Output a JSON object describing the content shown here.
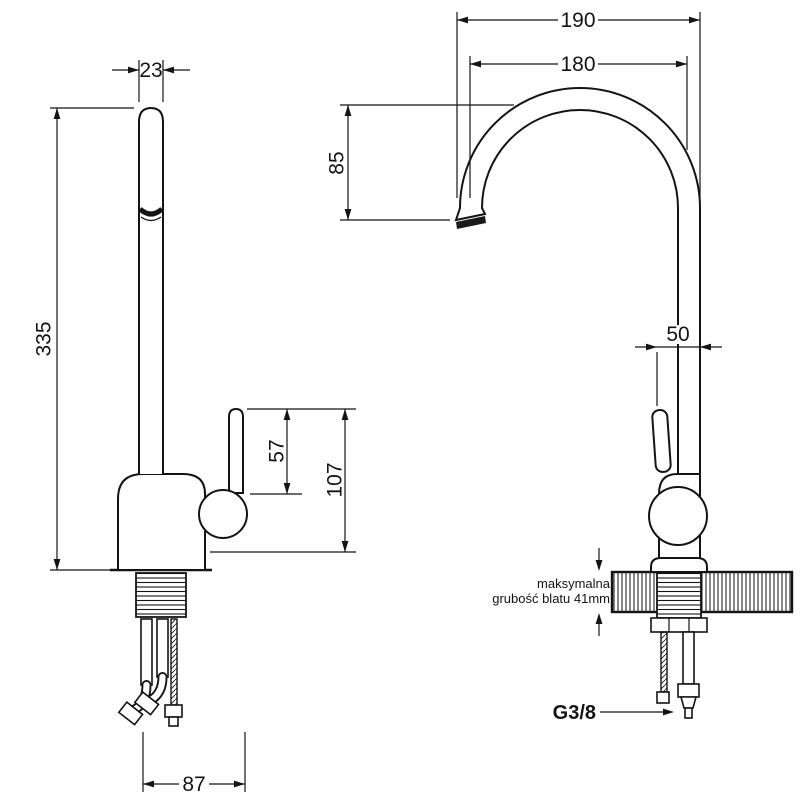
{
  "diagram": {
    "type": "technical-drawing",
    "subject": "kitchen faucet dimension drawing",
    "front_view": {
      "spout_width": "23",
      "total_height": "335",
      "handle_height": "57",
      "body_height": "107",
      "base_width": "87"
    },
    "side_view": {
      "overall_depth": "190",
      "spout_reach": "180",
      "spout_height": "85",
      "column_width": "50",
      "counter_note_line1": "maksymalna",
      "counter_note_line2": "grubość blatu 41mm",
      "connection_thread": "G3/8"
    }
  }
}
